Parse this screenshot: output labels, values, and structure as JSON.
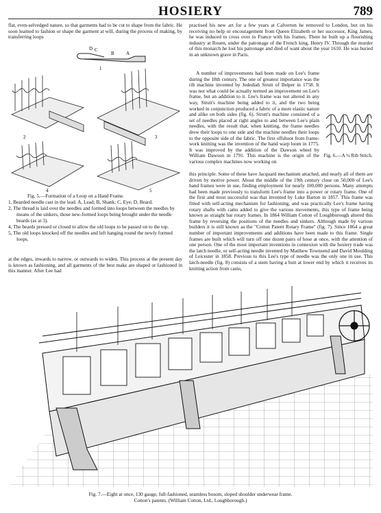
{
  "header": {
    "title": "HOSIERY",
    "page_number": "789"
  },
  "left_column": {
    "para1": "flat, even-selvedged nature, so that garments had to be cut to shape from the fabric. He soon learned to fashion or shape the garment at will, during the process of making, by transferring loops",
    "fig5_labels": {
      "d": "D",
      "c": "C",
      "b": "B",
      "a": "A",
      "n1": "1",
      "n2": "2",
      "n3": "3",
      "n4": "4",
      "n5": "5"
    },
    "fig5_caption": "Fig. 5.—Formation of a Loop on a Hand Frame.",
    "legend": [
      "1, Bearded needle cast in the lead. A, Lead; B, Shank; C, Eye; D, Beard.",
      "2, The thread is laid over the needles and formed into loops between the needles by means of the sinkers, those new-formed loops being brought under the needle beards (as at 3).",
      "4, The beards pressed or closed to allow the old loops to be passed on to the top.",
      "5, The old loops knocked off the needles and left hanging round the newly formed loops."
    ],
    "para2": "at the edges, inwards to narrow, or outwards to widen. This process at the present day is known as fashioning, and all garments of the best make are shaped or fashioned in this manner. After Lee had"
  },
  "right_column": {
    "para1": "practised his new art for a few years at Calverton he removed to London, but on his receiving no help or encouragement from Queen Elizabeth or her successor, King James, he was induced to cross over to France with his frames. There he built up a flourishing industry at Rouen, under the patronage of the French king, Henry IV. Through the murder of this monarch he lost his patronage and died of want about the year 1610. He was buried in an unknown grave in Paris.",
    "para2a": "A number of improvements had been made on Lee's frame during the 18th century. The one of greatest importance was the rib machine invented by Jedediah Strutt of Belper in 1758. It was not what could be actually termed an improvement on Lee's frame, but an addition to it. Lee's frame was not altered in any way, Strutt's machine being added to it, and the two being worked in conjunction produced a fabric of a more elastic nature and alike on both sides (fig. 6). Strutt's machine consisted of a set of needles placed at right angles to and between Lee's plain needles, with the result that, when knitting, the frame needles drew their loops to one side and the machine needles their loops to the opposite side of the fabric. The first offshoot from frame-work knitting was the invention of the hand warp loom in 1775. It was improved by the addition of the Dawson wheel by William Dawson in 1791. This machine is the origin of the various complex machines now working on",
    "fig6_caption": "Fig. 6.—A ½ Rib Stitch.",
    "para2b": "this principle. Some of these have Jacquard mechanism attached, and nearly all of them are driven by motive power. About the middle of the 19th century close on 50,000 of Lee's hand frames were in use, finding employment for nearly 100,000 persons. Many attempts had been made previously to transform Lee's frame into a power or rotary frame. One of the first and most successful was that invented by Luke Barton in 1857. This frame was fitted with self-acting mechanism for fashioning, and was practically Lee's frame having rotary shafts with cams added to give the various movements, this type of frame being known as straight bar rotary frames. In 1864 William Cotton of Loughborough altered this frame by reversing the positions of the needles and sinkers. Although made by various builders it is still known as the \"Cotton Patent Rotary Frame\" (fig. 7). Since 1864 a great number of important improvements and additions have been made to this frame. Single frames are built which will turn off one dozen pairs of hose at once, with the attention of one person. One of the most important inventions in connexion with the hosiery trade was the latch needle, or self-acting needle invented by Matthew Townsend and David Moulding of Leicester in 1858. Previous to this Lee's type of needle was the only one in use. This latch-needle (fig. 8) consists of a stem having a butt at lower end by which it receives its knitting action from cams,"
  },
  "fig7_caption_line1": "Fig. 7.—Eight at once, 130 gauge, full-fashioned, seamless bosom, sloped shoulder underwear frame.",
  "fig7_caption_line2": "Cotton's patents.  (William Cotton, Ltd., Loughborough.)"
}
